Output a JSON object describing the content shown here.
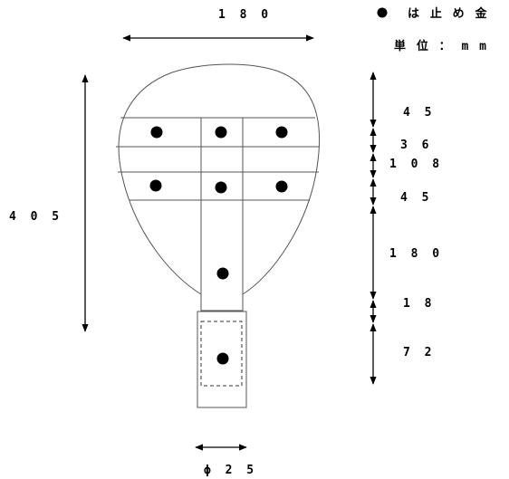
{
  "legend": {
    "rivet_label": "は 止 め 金",
    "unit_label": "単 位 ： m m"
  },
  "dimensions": {
    "top_width": "1 8 0",
    "total_height": "4 0 5",
    "right_segments": [
      "4 5",
      "3 6",
      "1 0 8",
      "4 5",
      "1 8 0",
      "1 8",
      "7 2"
    ],
    "handle_diameter": "ϕ 2 5"
  }
}
